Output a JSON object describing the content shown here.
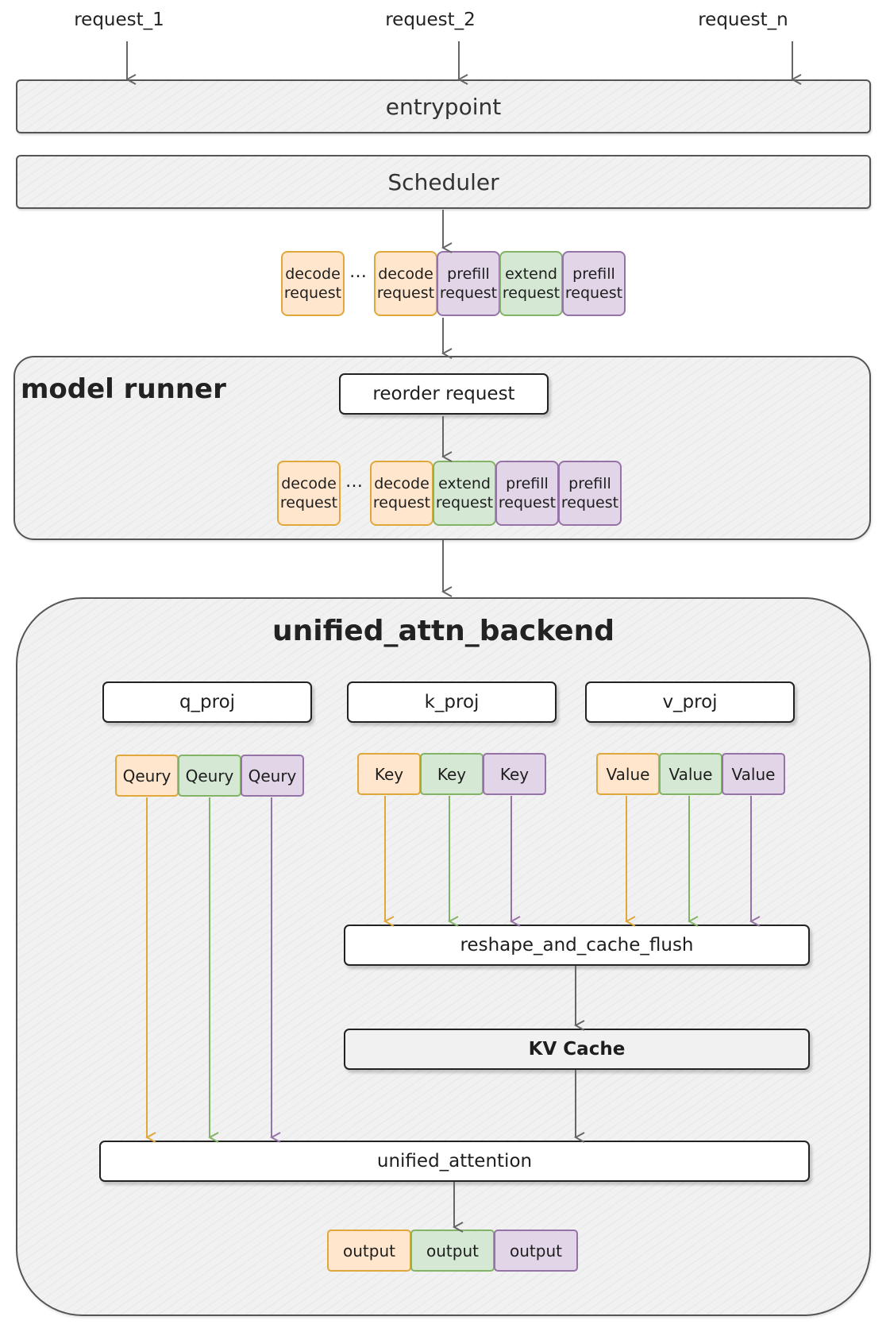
{
  "inputs": [
    "request_1",
    "request_2",
    "request_n"
  ],
  "entrypoint": "entrypoint",
  "scheduler": "Scheduler",
  "ellipsis": "…",
  "scheduler_queue": [
    {
      "line1": "decode",
      "line2": "request",
      "color": "orange"
    },
    {
      "line1": "decode",
      "line2": "request",
      "color": "orange"
    },
    {
      "line1": "prefill",
      "line2": "request",
      "color": "purple"
    },
    {
      "line1": "extend",
      "line2": "request",
      "color": "green"
    },
    {
      "line1": "prefill",
      "line2": "request",
      "color": "purple"
    }
  ],
  "model_runner": {
    "title": "model runner",
    "reorder": "reorder request",
    "queue": [
      {
        "line1": "decode",
        "line2": "request",
        "color": "orange"
      },
      {
        "line1": "decode",
        "line2": "request",
        "color": "orange"
      },
      {
        "line1": "extend",
        "line2": "request",
        "color": "green"
      },
      {
        "line1": "prefill",
        "line2": "request",
        "color": "purple"
      },
      {
        "line1": "prefill",
        "line2": "request",
        "color": "purple"
      }
    ]
  },
  "backend": {
    "title": "unified_attn_backend",
    "q_proj": "q_proj",
    "k_proj": "k_proj",
    "v_proj": "v_proj",
    "query_tokens": [
      "Qeury",
      "Qeury",
      "Qeury"
    ],
    "key_tokens": [
      "Key",
      "Key",
      "Key"
    ],
    "value_tokens": [
      "Value",
      "Value",
      "Value"
    ],
    "reshape": "reshape_and_cache_flush",
    "kv_cache": "KV Cache",
    "unified_attention": "unified_attention",
    "outputs": [
      "output",
      "output",
      "output"
    ]
  },
  "colors": {
    "orange": "#e0a83a",
    "green": "#82b366",
    "purple": "#9673a6",
    "arrow": "#666666"
  }
}
